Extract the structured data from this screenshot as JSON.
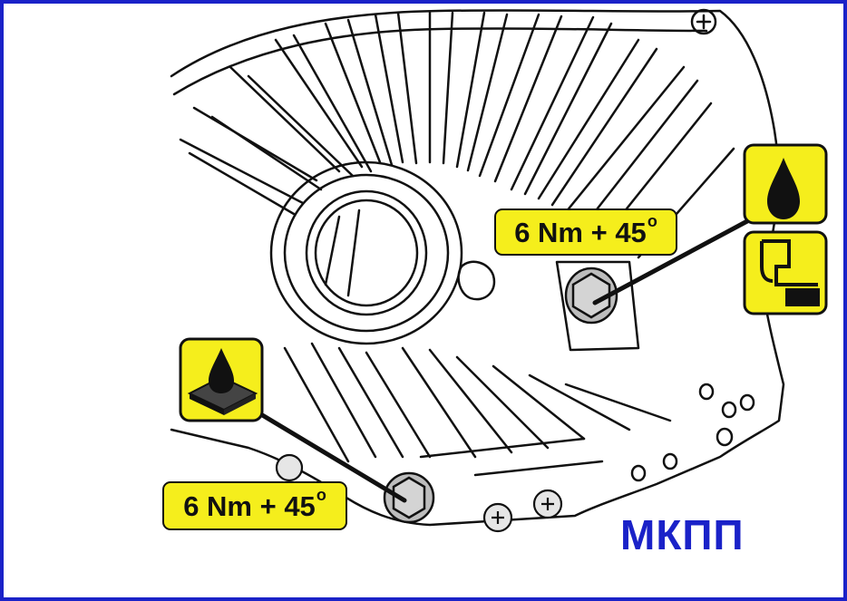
{
  "torque_upper": {
    "value": "6 Nm + 45",
    "degree": "o"
  },
  "torque_lower": {
    "value": "6 Nm + 45",
    "degree": "o"
  },
  "gearbox_label": "МКПП",
  "colors": {
    "frame": "#1a22c8",
    "label_fill": "#f5ee1c",
    "label_text": "#111111",
    "title": "#1a22c8"
  },
  "icons": [
    "oil-drop-icon",
    "sealant-fitting-icon",
    "oil-drop-on-plate-icon"
  ]
}
